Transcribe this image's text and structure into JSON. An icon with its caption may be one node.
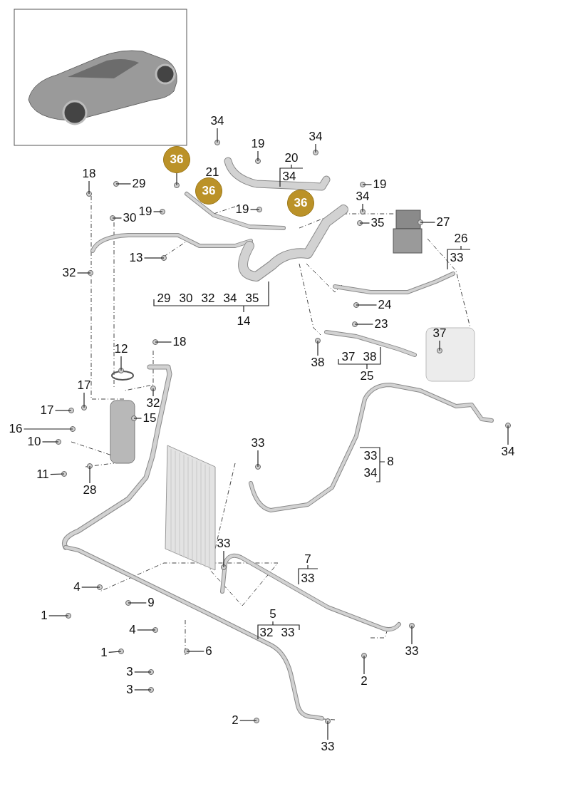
{
  "diagram": {
    "nodes": [
      {
        "text": [
          "34"
        ]
      },
      {
        "text": [
          "19"
        ]
      },
      {
        "text": [
          "20"
        ]
      },
      {
        "text": [
          "34"
        ]
      },
      {
        "text": [
          "19"
        ]
      },
      {
        "text": [
          "36"
        ]
      },
      {
        "text": [
          "21"
        ]
      },
      {
        "text": [
          "36"
        ]
      },
      {
        "text": [
          "36"
        ]
      },
      {
        "text": [
          "18"
        ]
      },
      {
        "text": [
          "29"
        ]
      },
      {
        "text": [
          "30"
        ]
      },
      {
        "text": [
          "19"
        ]
      },
      {
        "text": [
          "19"
        ]
      },
      {
        "text": [
          "34"
        ]
      },
      {
        "text": [
          "35"
        ]
      },
      {
        "text": [
          "27"
        ]
      },
      {
        "text": [
          "26"
        ]
      },
      {
        "text": [
          "13"
        ]
      },
      {
        "text": [
          "32"
        ]
      },
      {
        "text": [
          "14"
        ]
      },
      {
        "text": [
          "24"
        ]
      },
      {
        "text": [
          "23"
        ]
      },
      {
        "text": [
          "37"
        ]
      },
      {
        "text": [
          "38"
        ]
      },
      {
        "text": [
          "25"
        ]
      },
      {
        "text": [
          "18"
        ]
      },
      {
        "text": [
          "12"
        ]
      },
      {
        "text": [
          "17"
        ]
      },
      {
        "text": [
          "32"
        ]
      },
      {
        "text": [
          "17"
        ]
      },
      {
        "text": [
          "15"
        ]
      },
      {
        "text": [
          "16"
        ]
      },
      {
        "text": [
          "10"
        ]
      },
      {
        "text": [
          "11"
        ]
      },
      {
        "text": [
          "28"
        ]
      },
      {
        "text": [
          "33"
        ]
      },
      {
        "text": [
          "8"
        ]
      },
      {
        "text": [
          "34"
        ]
      },
      {
        "text": [
          "33"
        ]
      },
      {
        "text": [
          "7"
        ]
      },
      {
        "text": [
          "4"
        ]
      },
      {
        "text": [
          "9"
        ]
      },
      {
        "text": [
          "1"
        ]
      },
      {
        "text": [
          "5"
        ]
      },
      {
        "text": [
          "4"
        ]
      },
      {
        "text": [
          "6"
        ]
      },
      {
        "text": [
          "1"
        ]
      },
      {
        "text": [
          "3"
        ]
      },
      {
        "text": [
          "2"
        ]
      },
      {
        "text": [
          "33"
        ]
      },
      {
        "text": [
          "3"
        ]
      },
      {
        "text": [
          "2"
        ]
      },
      {
        "text": [
          "33"
        ]
      }
    ],
    "edges": [
      {
        "from": 0,
        "to": null,
        "arrow": "none"
      },
      {
        "from": 1,
        "to": null,
        "arrow": "none"
      },
      {
        "from": 3,
        "to": null,
        "arrow": "none"
      },
      {
        "from": 4,
        "to": null,
        "arrow": "none"
      },
      {
        "from": 5,
        "to": null,
        "arrow": "none"
      },
      {
        "from": 9,
        "to": null,
        "arrow": "none"
      },
      {
        "from": 10,
        "to": null,
        "arrow": "none"
      },
      {
        "from": 11,
        "to": null,
        "arrow": "none"
      },
      {
        "from": 12,
        "to": null,
        "arrow": "none"
      },
      {
        "from": 13,
        "to": null,
        "arrow": "none"
      },
      {
        "from": 14,
        "to": null,
        "arrow": "none"
      },
      {
        "from": 15,
        "to": null,
        "arrow": "none"
      },
      {
        "from": 16,
        "to": null,
        "arrow": "none"
      },
      {
        "from": 18,
        "to": null,
        "arrow": "none"
      },
      {
        "from": 19,
        "to": null,
        "arrow": "none"
      },
      {
        "from": 21,
        "to": null,
        "arrow": "none"
      },
      {
        "from": 22,
        "to": null,
        "arrow": "none"
      },
      {
        "from": 23,
        "to": null,
        "arrow": "none"
      },
      {
        "from": 24,
        "to": null,
        "arrow": "none"
      },
      {
        "from": 26,
        "to": null,
        "arrow": "none"
      },
      {
        "from": 27,
        "to": null,
        "arrow": "none"
      },
      {
        "from": 28,
        "to": null,
        "arrow": "none"
      },
      {
        "from": 29,
        "to": null,
        "arrow": "none"
      },
      {
        "from": 30,
        "to": null,
        "arrow": "none"
      },
      {
        "from": 31,
        "to": null,
        "arrow": "none"
      },
      {
        "from": 32,
        "to": null,
        "arrow": "none"
      },
      {
        "from": 33,
        "to": null,
        "arrow": "none"
      },
      {
        "from": 34,
        "to": null,
        "arrow": "none"
      },
      {
        "from": 35,
        "to": null,
        "arrow": "none"
      },
      {
        "from": 36,
        "to": null,
        "arrow": "none"
      },
      {
        "from": 38,
        "to": null,
        "arrow": "none"
      },
      {
        "from": 39,
        "to": null,
        "arrow": "none"
      },
      {
        "from": 41,
        "to": null,
        "arrow": "none"
      },
      {
        "from": 42,
        "to": null,
        "arrow": "none"
      },
      {
        "from": 43,
        "to": null,
        "arrow": "none"
      },
      {
        "from": 45,
        "to": null,
        "arrow": "none"
      },
      {
        "from": 46,
        "to": null,
        "arrow": "none"
      },
      {
        "from": 47,
        "to": null,
        "arrow": "none"
      },
      {
        "from": 48,
        "to": null,
        "arrow": "none"
      },
      {
        "from": 49,
        "to": null,
        "arrow": "none"
      },
      {
        "from": 50,
        "to": null,
        "arrow": "none"
      },
      {
        "from": 51,
        "to": null,
        "arrow": "none"
      },
      {
        "from": 52,
        "to": null,
        "arrow": "none"
      },
      {
        "from": 53,
        "to": null,
        "arrow": "none"
      }
    ],
    "labels": [
      "34",
      "33",
      "29",
      "30",
      "32",
      "34",
      "35",
      "37",
      "38",
      "33",
      "34",
      "33",
      "32",
      "33"
    ]
  }
}
